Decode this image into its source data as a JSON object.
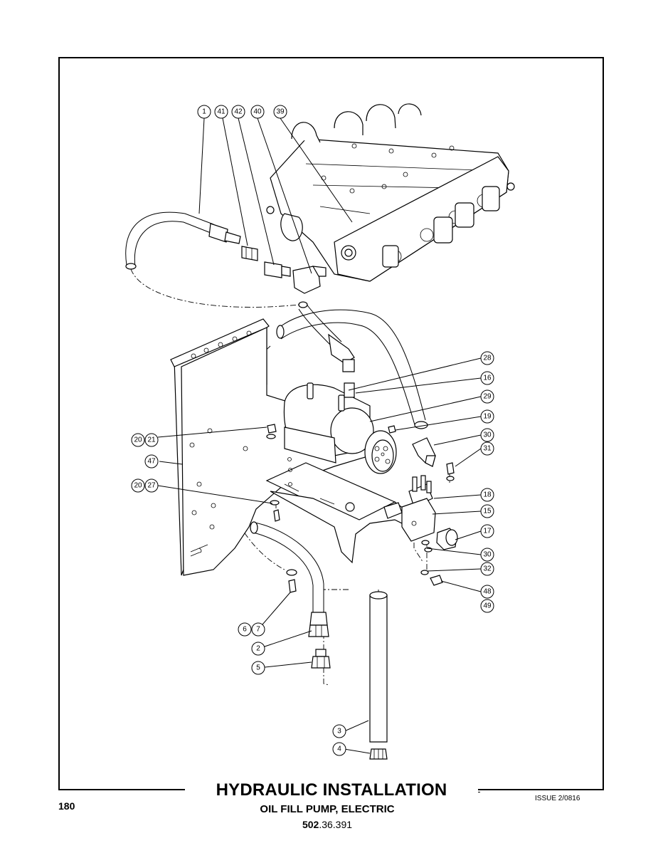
{
  "title": "HYDRAULIC INSTALLATION",
  "subtitle": "OIL FILL PUMP, ELECTRIC",
  "part_number_bold": "502",
  "part_number_rest": ".36.391",
  "page_number": "180",
  "issue": "ISSUE 2/0816",
  "callouts": {
    "c1": "1",
    "c41": "41",
    "c42": "42",
    "c40": "40",
    "c39": "39",
    "c28": "28",
    "c16": "16",
    "c29": "29",
    "c19": "19",
    "c20a": "20",
    "c21": "21",
    "c30a": "30",
    "c31": "31",
    "c47": "47",
    "c20b": "20",
    "c27": "27",
    "c18": "18",
    "c15": "15",
    "c17": "17",
    "c30b": "30",
    "c32": "32",
    "c48": "48",
    "c49": "49",
    "c6": "6",
    "c7": "7",
    "c2": "2",
    "c5": "5",
    "c3": "3",
    "c4": "4"
  }
}
